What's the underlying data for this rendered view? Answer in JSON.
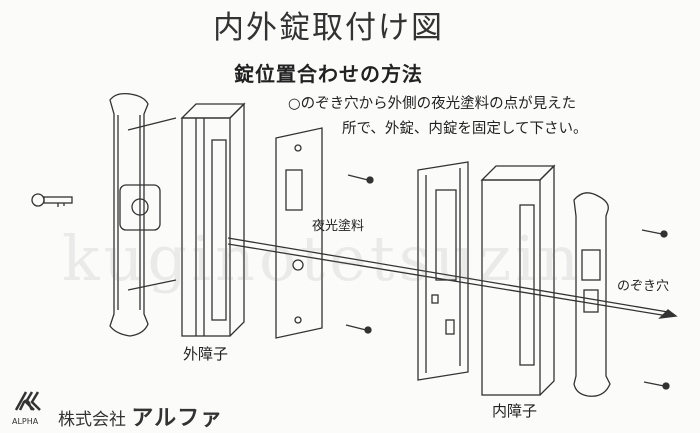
{
  "title": "内外錠取付け図",
  "subtitle": "錠位置合わせの方法",
  "instructions": {
    "line1": "○のぞき穴から外側の夜光塗料の点が見えた",
    "line2": "所で、外錠、内錠を固定して下さい。"
  },
  "labels": {
    "luminous_paint": "夜光塗料",
    "peephole": "のぞき穴",
    "outer_sash": "外障子",
    "inner_sash": "内障子"
  },
  "footer": {
    "company_prefix": "株式会社",
    "company_name": "アルファ",
    "logo_text": "ALPHA"
  },
  "watermark": "kuginotetsuzin"
}
